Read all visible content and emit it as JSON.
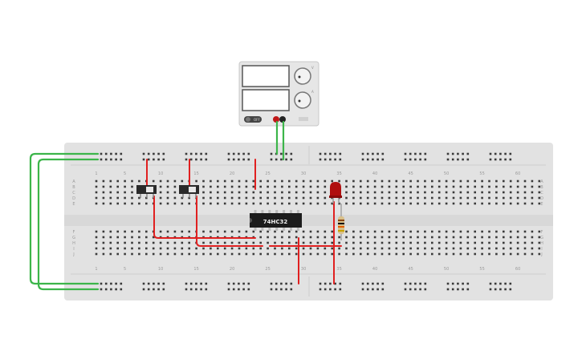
{
  "power_supply": {
    "knob_top_label": "V",
    "knob_bottom_label": "A",
    "power_button_label": "OFF",
    "display_top_value": "",
    "display_bottom_value": ""
  },
  "breadboard": {
    "column_numbers": [
      "1",
      "5",
      "10",
      "15",
      "20",
      "25",
      "30",
      "35",
      "40",
      "45",
      "50",
      "55",
      "60"
    ],
    "row_letters_top": [
      "A",
      "B",
      "C",
      "D",
      "E"
    ],
    "row_letters_bottom": [
      "F",
      "G",
      "H",
      "I",
      "J"
    ]
  },
  "chip": {
    "label": "74HC32"
  },
  "colors": {
    "breadboard": "#e2e2e2",
    "wire_red": "#e02020",
    "wire_green": "#3cb54a",
    "led": "#b01010",
    "chip": "#1c1c1c"
  }
}
